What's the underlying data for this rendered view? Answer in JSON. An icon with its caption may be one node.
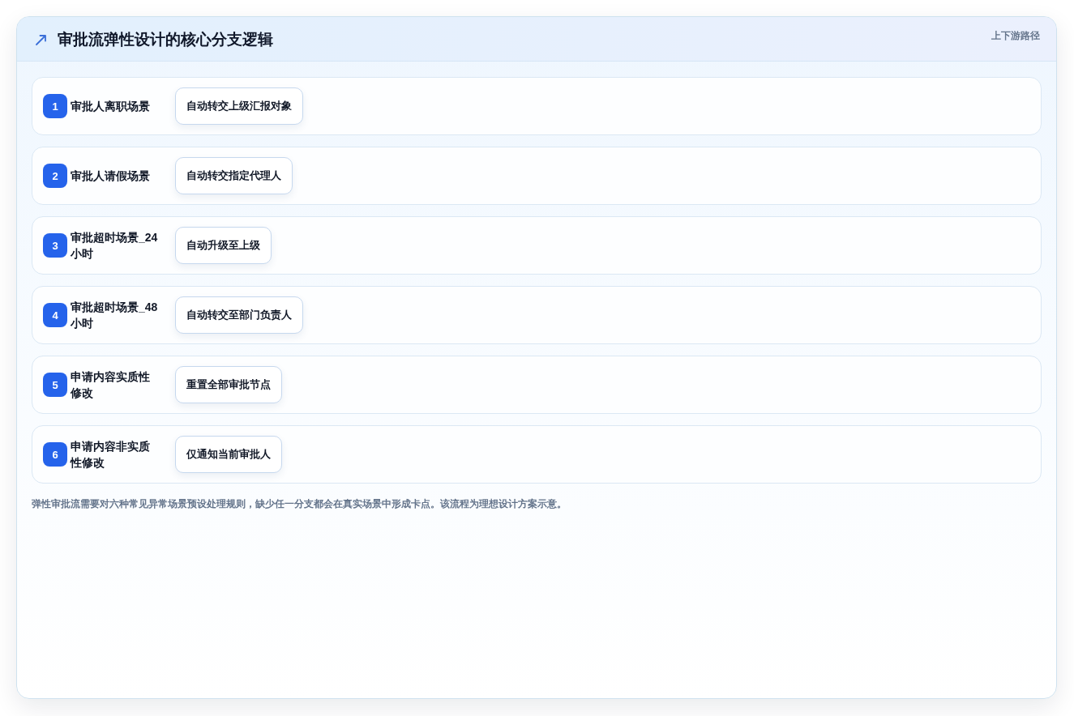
{
  "diagram": {
    "title": "审批流弹性设计的核心分支逻辑",
    "caption": "弹性审批流需要对六种常见异常场景预设处理规则，缺少任一分支都会在真实场景中形成卡点。该流程为理想设计方案示意。",
    "nodes": [
      {
        "text": [
          "审批人离职场景"
        ]
      },
      {
        "text": [
          "1"
        ],
        "in": 0
      },
      {
        "text": [
          "自动转交上级汇报对象"
        ],
        "in": 0
      },
      {
        "text": [
          "审批人请假场景"
        ]
      },
      {
        "text": [
          "2"
        ],
        "in": 3
      },
      {
        "text": [
          "自动转交指定代理人"
        ],
        "in": 3
      },
      {
        "text": [
          "审批超时场景_24小时"
        ]
      },
      {
        "text": [
          "3"
        ],
        "in": 6
      },
      {
        "text": [
          "自动升级至上级"
        ],
        "in": 6
      },
      {
        "text": [
          "审批超时场景_48小时"
        ]
      },
      {
        "text": [
          "4"
        ],
        "in": 9
      },
      {
        "text": [
          "自动转交至部门负责人"
        ],
        "in": 9
      },
      {
        "text": [
          "申请内容实质性修改"
        ]
      },
      {
        "text": [
          "5"
        ],
        "in": 12
      },
      {
        "text": [
          "重置全部审批节点"
        ],
        "in": 12
      },
      {
        "text": [
          "申请内容非实质性修改"
        ]
      },
      {
        "text": [
          "6"
        ],
        "in": 15
      },
      {
        "text": [
          "仅通知当前审批人"
        ],
        "in": 15
      }
    ],
    "labels": [
      "上下游路径"
    ]
  }
}
